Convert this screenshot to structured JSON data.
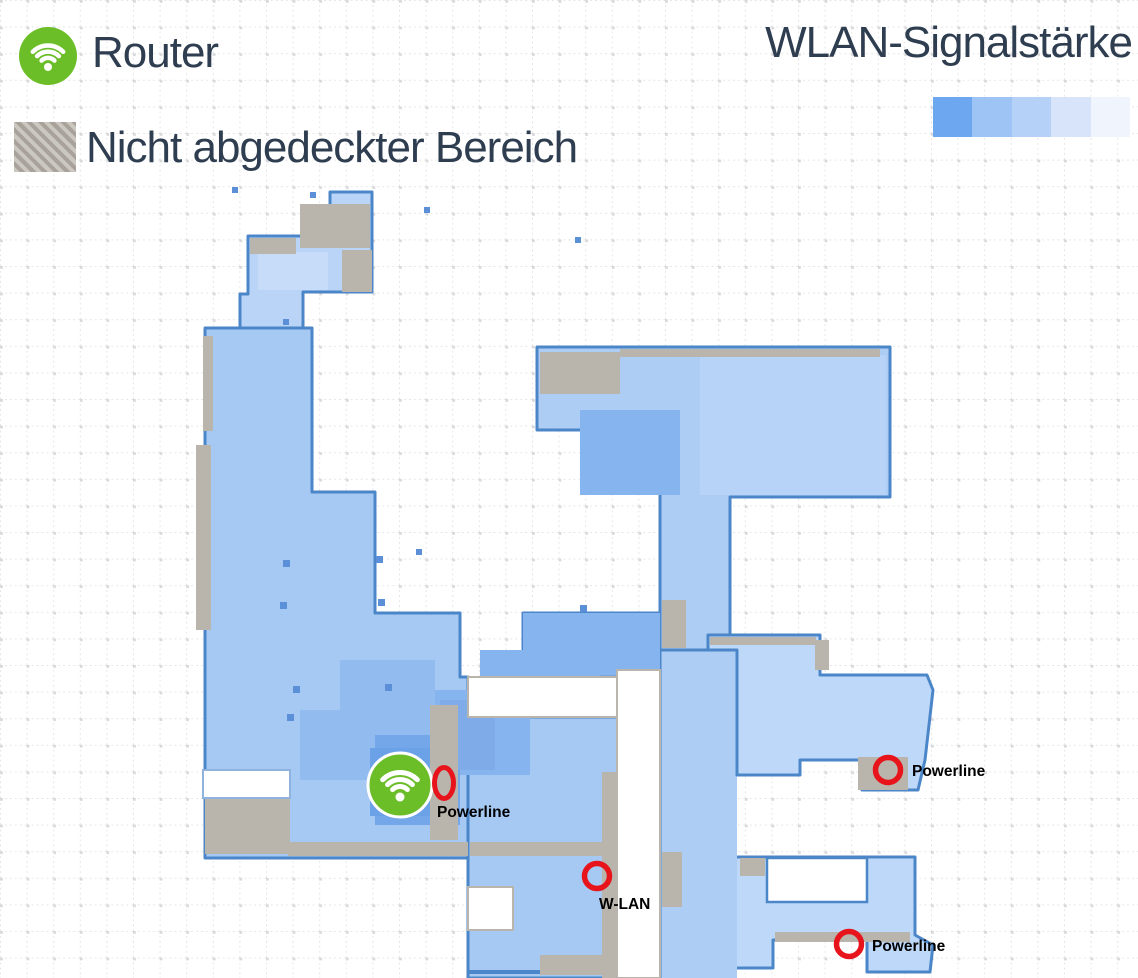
{
  "header": {
    "title": "WLAN-Signalstärke"
  },
  "legend": {
    "router": {
      "label": "Router",
      "icon": "wifi-icon"
    },
    "uncovered": {
      "label": "Nicht abgedeckter Bereich",
      "swatch": "gray-diagonal-hatch"
    }
  },
  "scale": {
    "description": "WLAN signal strength, strong to weak",
    "colors": [
      "#6ca7ef",
      "#9ec4f5",
      "#b6d1f7",
      "#d7e4fa",
      "#f0f5fd"
    ]
  },
  "map": {
    "markers": [
      {
        "id": "router-device",
        "type": "router",
        "label": "",
        "icon": "wifi-icon"
      },
      {
        "id": "powerline-1",
        "type": "powerline",
        "label": "Powerline",
        "icon": "red-ring-icon"
      },
      {
        "id": "wlan-repeater",
        "type": "wlan",
        "label": "W-LAN",
        "icon": "red-ring-icon"
      },
      {
        "id": "powerline-2",
        "type": "powerline",
        "label": "Powerline",
        "icon": "red-ring-icon"
      },
      {
        "id": "powerline-3",
        "type": "powerline",
        "label": "Powerline",
        "icon": "red-ring-icon"
      }
    ],
    "colors": {
      "coverage_strong": "#6ba2e7",
      "coverage_medium": "#86b4ee",
      "coverage_light": "#a6c9f3",
      "coverage_lighter": "#bdd8f8",
      "outline_blue": "#4b86c8",
      "uncovered_gray": "#b9b5ad",
      "marker_red": "#e8141c",
      "router_green": "#6cbe29"
    }
  }
}
